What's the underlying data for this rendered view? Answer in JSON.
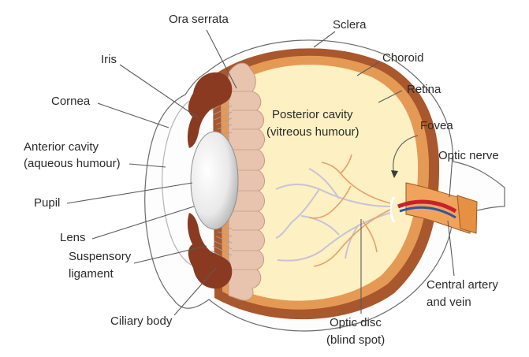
{
  "labels": {
    "ora_serrata": "Ora serrata",
    "sclera": "Sclera",
    "iris": "Iris",
    "choroid": "Choroid",
    "retina": "Retina",
    "cornea": "Cornea",
    "posterior_cavity_1": "Posterior cavity",
    "posterior_cavity_2": "(vitreous humour)",
    "fovea": "Fovea",
    "anterior_cavity_1": "Anterior cavity",
    "anterior_cavity_2": "(aqueous humour)",
    "optic_nerve": "Optic nerve",
    "pupil": "Pupil",
    "lens": "Lens",
    "suspensory_1": "Suspensory",
    "suspensory_2": "ligament",
    "central_artery_1": "Central artery",
    "central_artery_2": "and vein",
    "ciliary_body": "Ciliary body",
    "optic_disc_1": "Optic disc",
    "optic_disc_2": "(blind spot)"
  },
  "colors": {
    "sclera": "#fdfdfd",
    "choroid": "#a9572d",
    "retina": "#e49a55",
    "vitreous": "#fdf0c2",
    "iris": "#8b3a22",
    "lens": "#e3e3e3",
    "ora_serrata": "#e8c3ad",
    "optic_nerve": "#f0a35a",
    "artery": "#c8202d",
    "vein": "#2a56a6",
    "vessels_light": "#c7c3d6"
  }
}
